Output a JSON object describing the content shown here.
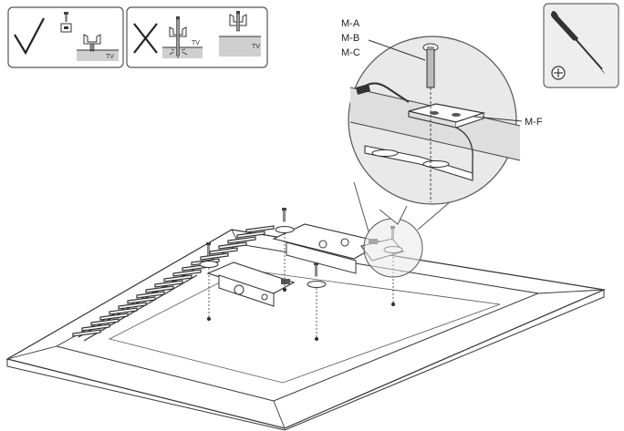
{
  "callouts": {
    "screw_a": "M-A",
    "screw_b": "M-B",
    "screw_c": "M-C",
    "bracket_f": "M-F"
  },
  "guide": {
    "tv_tag": "TV"
  },
  "colors": {
    "line": "#333333",
    "panel_fill": "#f2f2f2",
    "tv_shade": "#cfcfcf",
    "zoom_fill": "#e9e9e9",
    "tool_box": "#eeeeee"
  },
  "icons": {
    "correct": "check-mark-icon",
    "wrong": "cross-mark-icon",
    "tool": "phillips-screwdriver-icon",
    "head": "phillips-head-icon"
  }
}
